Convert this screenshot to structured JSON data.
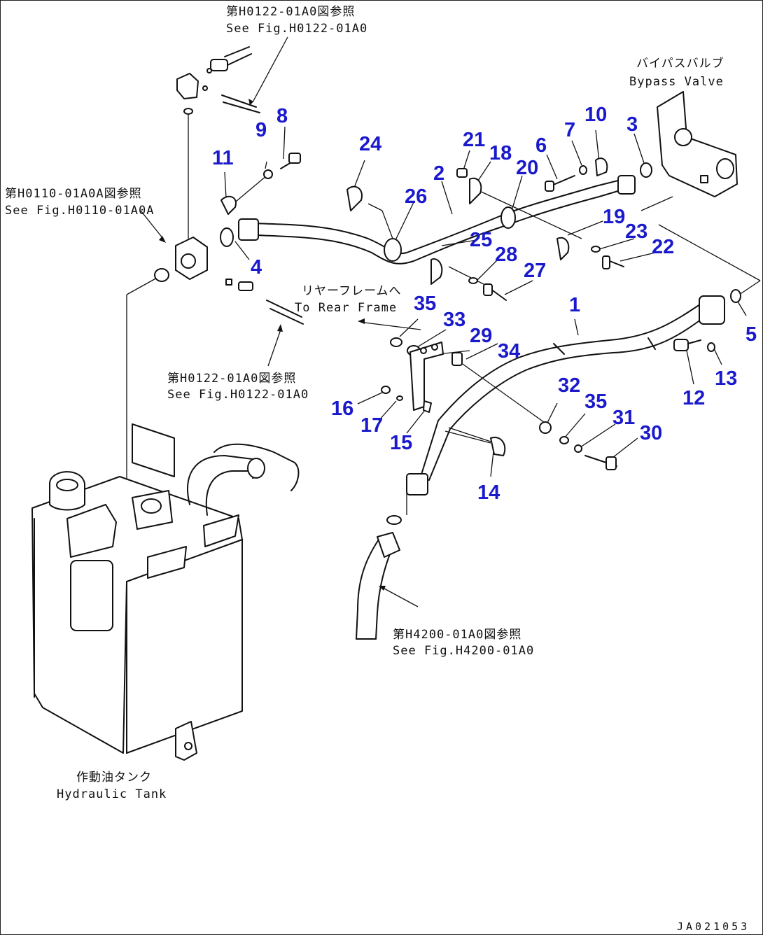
{
  "references": {
    "top": {
      "jp": "第H0122-01A0図参照",
      "en": "See Fig.H0122-01A0"
    },
    "left": {
      "jp": "第H0110-01A0A図参照",
      "en": "See Fig.H0110-01A0A"
    },
    "middle": {
      "jp": "第H0122-01A0図参照",
      "en": "See Fig.H0122-01A0"
    },
    "bottom": {
      "jp": "第H4200-01A0図参照",
      "en": "See Fig.H4200-01A0"
    }
  },
  "components": {
    "bypass_valve": {
      "jp": "バイパスバルブ",
      "en": "Bypass Valve"
    },
    "rear_frame": {
      "jp": "リヤーフレームへ",
      "en": "To Rear Frame"
    },
    "hydraulic_tank": {
      "jp": "作動油タンク",
      "en": "Hydraulic Tank"
    }
  },
  "callouts": [
    "1",
    "2",
    "3",
    "4",
    "5",
    "6",
    "7",
    "8",
    "9",
    "10",
    "11",
    "12",
    "13",
    "14",
    "15",
    "16",
    "17",
    "18",
    "19",
    "20",
    "21",
    "22",
    "23",
    "24",
    "25",
    "26",
    "27",
    "28",
    "29",
    "30",
    "31",
    "32",
    "33",
    "34",
    "35",
    "35"
  ],
  "callout_color": "#1a1acc",
  "drawing_code": "JA021053"
}
